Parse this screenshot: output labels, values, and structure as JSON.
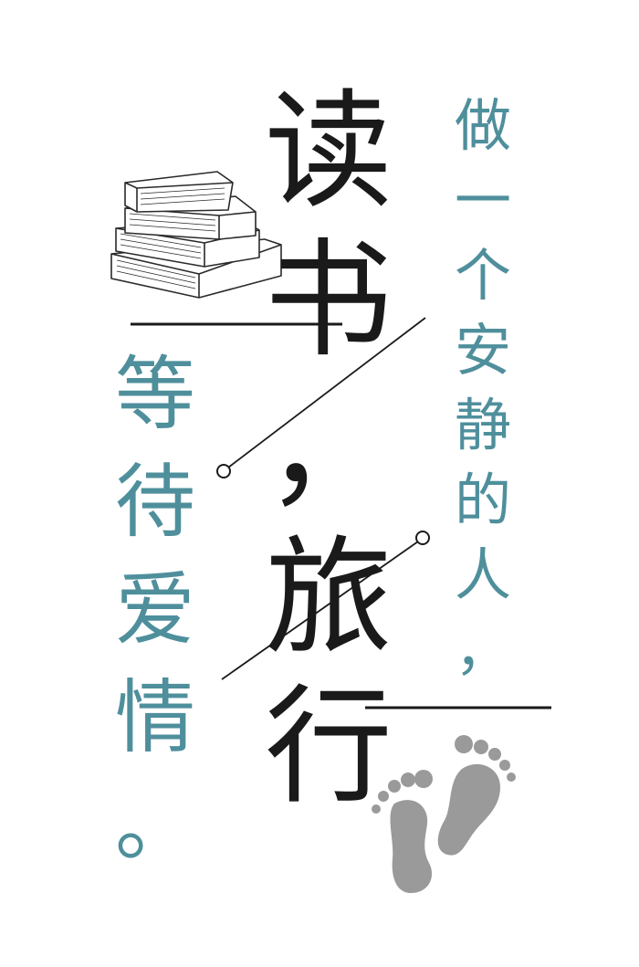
{
  "colors": {
    "background": "#ffffff",
    "main_text": "#1a1a1a",
    "accent_teal": "#4f8f9c",
    "footprint_gray": "#9a9a9a",
    "line": "#1a1a1a"
  },
  "main_column": [
    "读",
    "书",
    "，",
    "旅",
    "行"
  ],
  "right_column": [
    "做",
    "一",
    "个",
    "安",
    "静",
    "的",
    "人",
    "，"
  ],
  "left_column": [
    "等",
    "待",
    "爱",
    "情",
    "。"
  ],
  "icons": [
    "books-icon",
    "footprints-icon"
  ]
}
